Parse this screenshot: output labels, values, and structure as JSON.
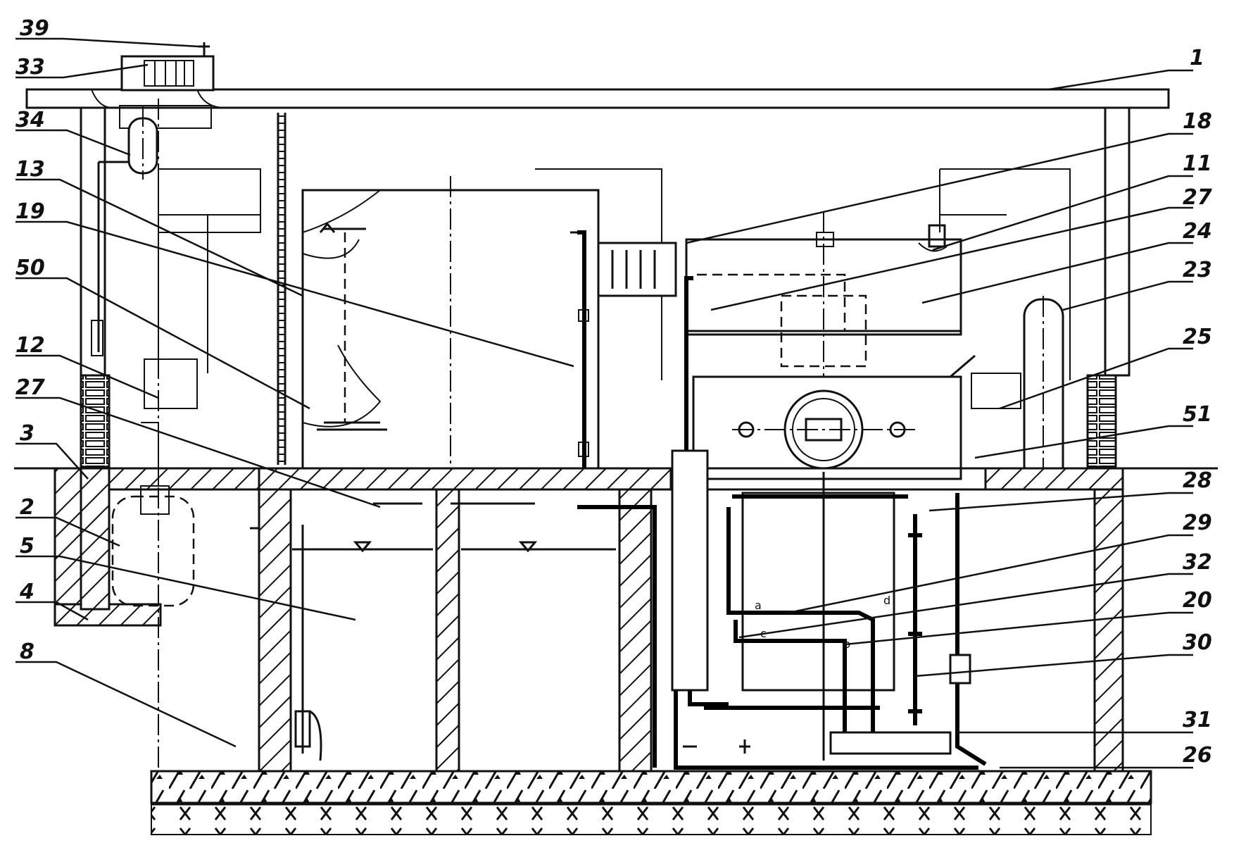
{
  "labels": [
    {
      "id": "l39",
      "text": "39"
    },
    {
      "id": "l33",
      "text": "33"
    },
    {
      "id": "l34",
      "text": "34"
    },
    {
      "id": "l13",
      "text": "13"
    },
    {
      "id": "l19",
      "text": "19"
    },
    {
      "id": "l50",
      "text": "50"
    },
    {
      "id": "l12",
      "text": "12"
    },
    {
      "id": "l27a",
      "text": "27"
    },
    {
      "id": "l3",
      "text": "3"
    },
    {
      "id": "l2",
      "text": "2"
    },
    {
      "id": "l5",
      "text": "5"
    },
    {
      "id": "l4",
      "text": "4"
    },
    {
      "id": "l8",
      "text": "8"
    },
    {
      "id": "l1",
      "text": "1"
    },
    {
      "id": "l18",
      "text": "18"
    },
    {
      "id": "l11",
      "text": "11"
    },
    {
      "id": "l27b",
      "text": "27"
    },
    {
      "id": "l24",
      "text": "24"
    },
    {
      "id": "l23",
      "text": "23"
    },
    {
      "id": "l25",
      "text": "25"
    },
    {
      "id": "l51",
      "text": "51"
    },
    {
      "id": "l28",
      "text": "28"
    },
    {
      "id": "l29",
      "text": "29"
    },
    {
      "id": "l32",
      "text": "32"
    },
    {
      "id": "l20",
      "text": "20"
    },
    {
      "id": "l30",
      "text": "30"
    },
    {
      "id": "l31",
      "text": "31"
    },
    {
      "id": "l26",
      "text": "26"
    }
  ],
  "pipe_letters": {
    "a": "a",
    "b": "b",
    "c": "c",
    "d": "d"
  }
}
